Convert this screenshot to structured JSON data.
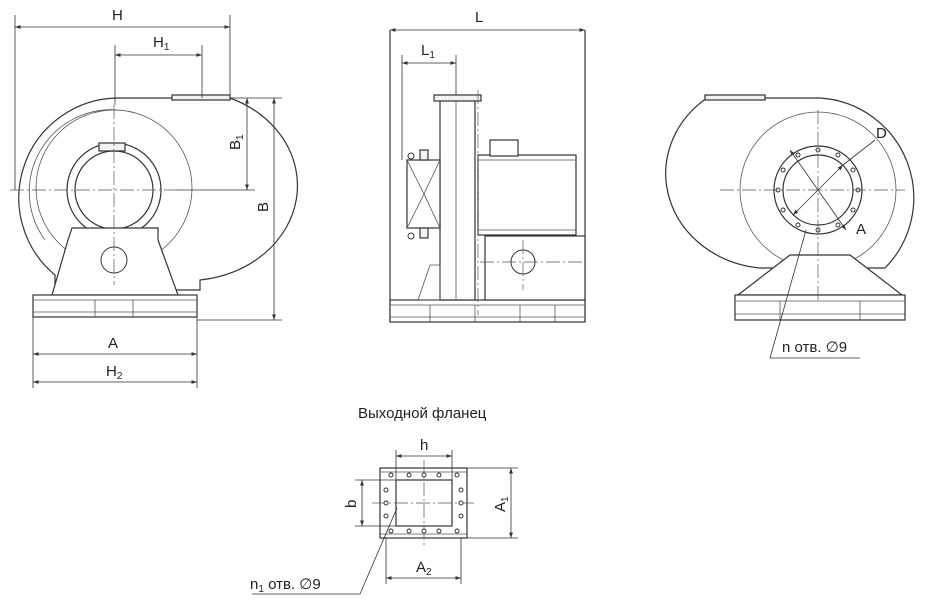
{
  "flange_title": "Выходной фланец",
  "side_view": {
    "dim_H": "H",
    "dim_H1": "H",
    "dim_H1_sub": "1",
    "dim_B": "B",
    "dim_B1": "B",
    "dim_B1_sub": "1",
    "dim_A": "A",
    "dim_H2": "H",
    "dim_H2_sub": "2"
  },
  "front_view": {
    "dim_L": "L",
    "dim_L1": "L",
    "dim_L1_sub": "1"
  },
  "back_view": {
    "dim_D": "D",
    "dim_A": "A",
    "holes_note": "n отв. ∅9"
  },
  "flange_view": {
    "dim_h": "h",
    "dim_b": "b",
    "dim_A1": "A",
    "dim_A1_sub": "1",
    "dim_A2": "A",
    "dim_A2_sub": "2",
    "holes_note_n": "n",
    "holes_note_sub": "1",
    "holes_note_rest": " отв. ∅9"
  }
}
